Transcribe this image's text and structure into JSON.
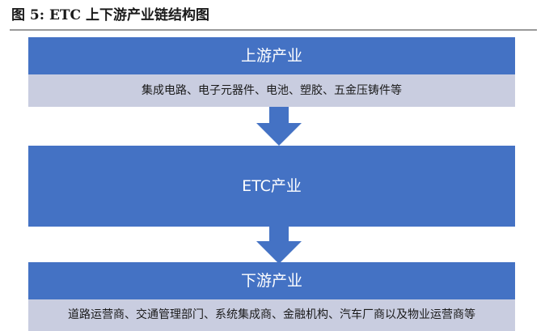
{
  "figure": {
    "title": "图 5: ETC 上下游产业链结构图"
  },
  "upstream": {
    "label": "上游产业",
    "detail": "集成电路、电子元器件、电池、塑胶、五金压铸件等"
  },
  "midstream": {
    "label": "ETC产业"
  },
  "downstream": {
    "label": "下游产业",
    "detail": "道路运营商、交通管理部门、系统集成商、金融机构、汽车厂商以及物业运营商等"
  },
  "colors": {
    "block": "#4472c4",
    "sub_band": "#c9cde0",
    "arrow": "#4472c4"
  },
  "icons": {
    "flow_arrow": "arrow-down-icon"
  }
}
